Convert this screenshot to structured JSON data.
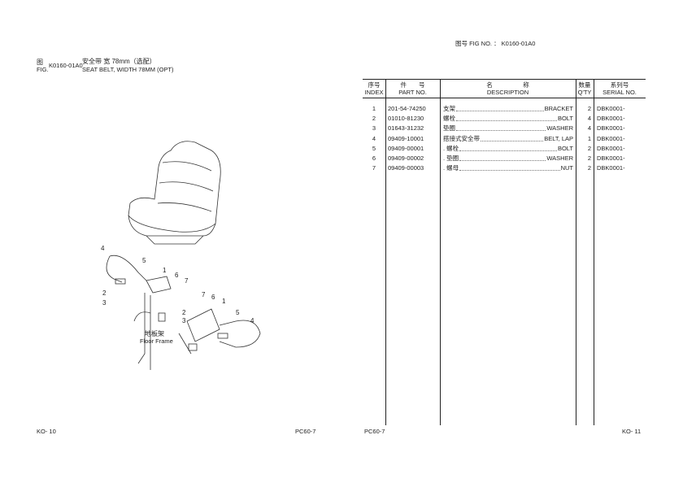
{
  "left_page": {
    "fig_label_cn": "图",
    "fig_label_en": "FIG.",
    "fig_no": "K0160-01A0",
    "title_cn": "安全带 宽 78mm（选配）",
    "title_en": "SEAT BELT, WIDTH 78MM (OPT)",
    "floor_frame_cn": "地板架",
    "floor_frame_en": "Floor Frame",
    "callouts": [
      "4",
      "5",
      "1",
      "6",
      "7",
      "2",
      "3",
      "7",
      "6",
      "1",
      "2",
      "3",
      "5",
      "4"
    ],
    "footer_left": "KO- 10",
    "footer_right": "PC60-7"
  },
  "right_page": {
    "fig_header": "图号 FIG NO. ： K0160-01A0",
    "headers": {
      "index_cn": "序号",
      "index_en": "INDEX",
      "part_cn": "件　　号",
      "part_en": "PART NO.",
      "desc_cn": "名　　　　　称",
      "desc_en": "DESCRIPTION",
      "qty_cn": "数量",
      "qty_en": "Q'TY",
      "serial_cn": "系列号",
      "serial_en": "SERIAL NO."
    },
    "rows": [
      {
        "index": "1",
        "part": "201-54-74250",
        "cn": "支架",
        "en": "BRACKET",
        "qty": "2",
        "serial": "DBK0001-"
      },
      {
        "index": "2",
        "part": "01010-81230",
        "cn": "螺栓",
        "en": "BOLT",
        "qty": "4",
        "serial": "DBK0001-"
      },
      {
        "index": "3",
        "part": "01643-31232",
        "cn": "垫圈",
        "en": "WASHER",
        "qty": "4",
        "serial": "DBK0001-"
      },
      {
        "index": "4",
        "part": "09409-10001",
        "cn": "搭接式安全带",
        "en": "BELT, LAP",
        "qty": "1",
        "serial": "DBK0001-"
      },
      {
        "index": "5",
        "part": "09409-00001",
        "cn": ". 螺栓",
        "en": "BOLT",
        "qty": "2",
        "serial": "DBK0001-"
      },
      {
        "index": "6",
        "part": "09409-00002",
        "cn": ". 垫圈",
        "en": "WASHER",
        "qty": "2",
        "serial": "DBK0001-"
      },
      {
        "index": "7",
        "part": "09409-00003",
        "cn": ". 螺母",
        "en": "NUT",
        "qty": "2",
        "serial": "DBK0001-"
      }
    ],
    "footer_left": "PC60-7",
    "footer_right": "KO- 11"
  }
}
